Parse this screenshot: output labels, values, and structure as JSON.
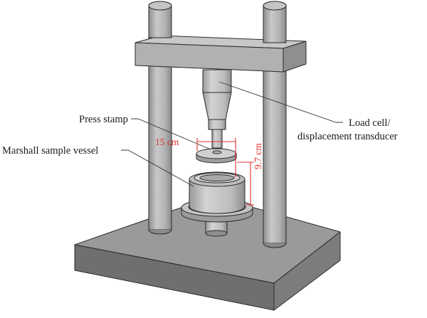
{
  "labels": {
    "press_stamp": "Press stamp",
    "marshall_vessel": "Marshall sample vessel",
    "load_cell_line1": "Load cell/",
    "load_cell_line2": "displacement transducer"
  },
  "dimensions": {
    "stamp_diameter": "15 cm",
    "vessel_height": "9.7 cm"
  },
  "colors": {
    "dimension": "#e0302e",
    "base_top": "#9a9a9a",
    "base_side": "#6f6f6f",
    "metal_light": "#cfcfcf",
    "metal_mid": "#b3b3b3",
    "metal_dark": "#8d8d8d"
  }
}
